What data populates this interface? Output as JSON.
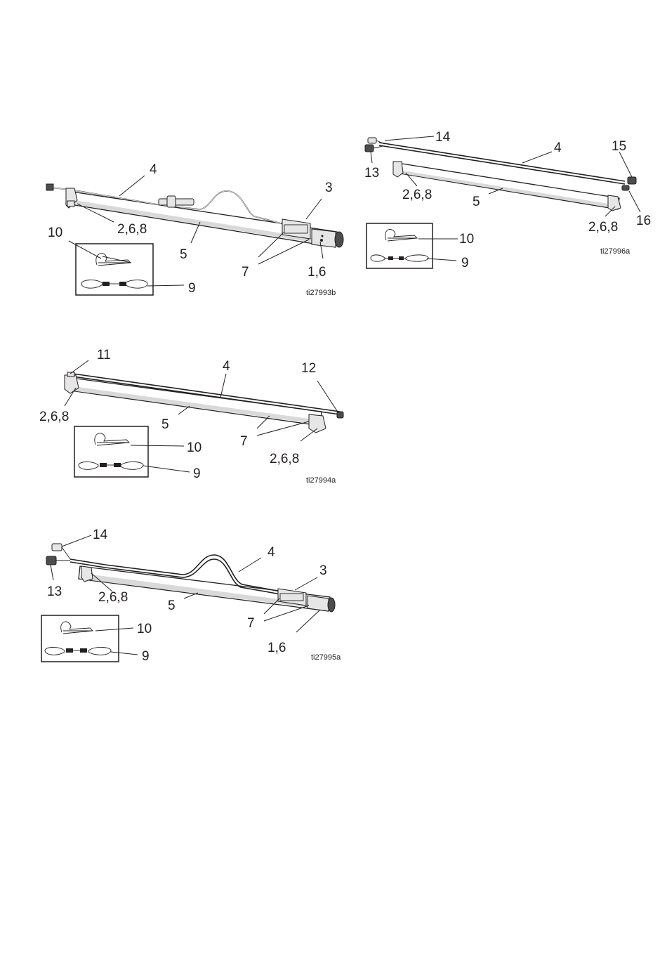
{
  "figures": [
    {
      "id": "ti27993b",
      "callouts": [
        "4",
        "3",
        "10",
        "2,6,8",
        "5",
        "7",
        "1,6",
        "9"
      ]
    },
    {
      "id": "ti27996a",
      "callouts": [
        "14",
        "4",
        "15",
        "13",
        "2,6,8",
        "5",
        "2,6,8",
        "16",
        "10",
        "9"
      ]
    },
    {
      "id": "ti27994a",
      "callouts": [
        "11",
        "4",
        "12",
        "2,6,8",
        "5",
        "10",
        "7",
        "2,6,8",
        "9"
      ]
    },
    {
      "id": "ti27995a",
      "callouts": [
        "14",
        "4",
        "3",
        "13",
        "2,6,8",
        "5",
        "7",
        "10",
        "1,6",
        "9"
      ]
    }
  ]
}
